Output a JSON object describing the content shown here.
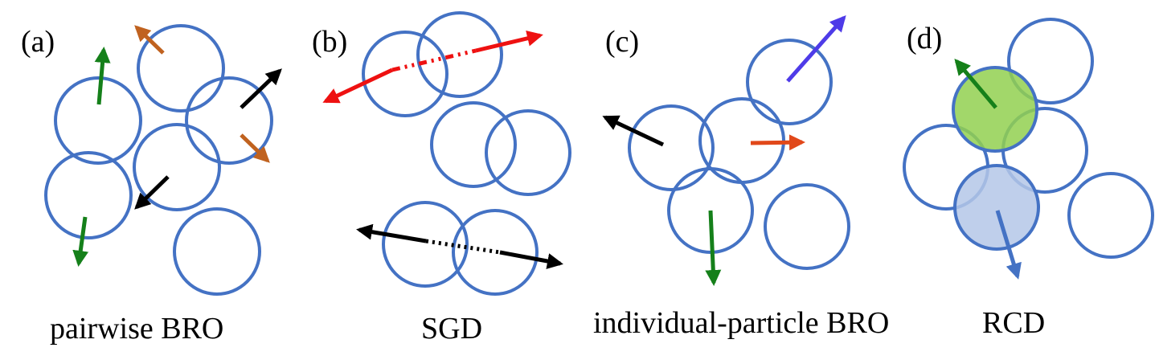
{
  "colors": {
    "circle_stroke": "#4472C4",
    "black_arrow": "#000000",
    "green_arrow": "#15801A",
    "orange_arrow": "#C0621F",
    "red_arrow": "#EE1111",
    "purple_arrow": "#4E3BE8",
    "orangered_arrow": "#E1481A",
    "blue_arrow": "#4472C4",
    "green_fill": "#92D050",
    "blue_fill": "#B4C7E7"
  },
  "panels": [
    {
      "label": "(a)",
      "caption": "pairwise BRO"
    },
    {
      "label": "(b)",
      "caption": "SGD"
    },
    {
      "label": "(c)",
      "caption": "individual-particle BRO"
    },
    {
      "label": "(d)",
      "caption": "RCD"
    }
  ]
}
